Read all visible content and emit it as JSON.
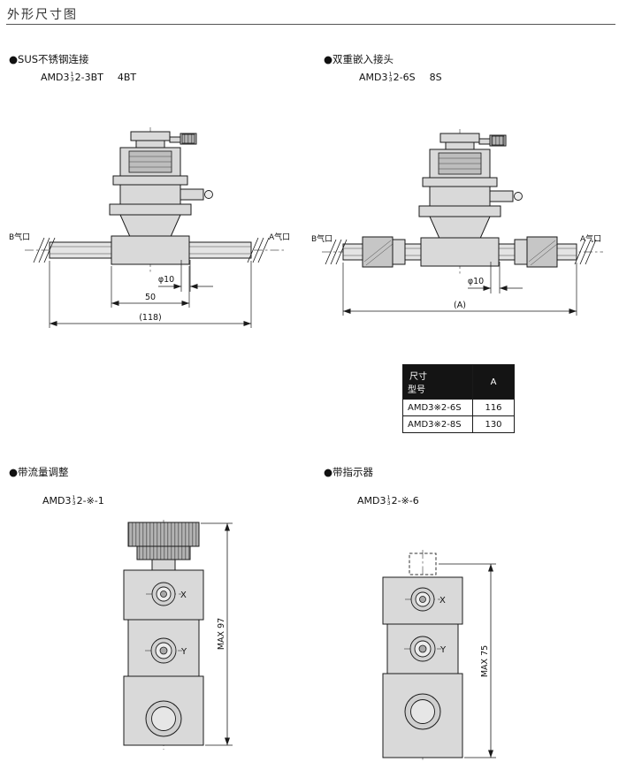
{
  "page": {
    "title": "外形尺寸图"
  },
  "sections": {
    "sus": {
      "heading": "●SUS不锈钢连接",
      "model": {
        "prefix": "AMD3",
        "frac_num": "1",
        "frac_den": "3",
        "suffix": "2-3BT",
        "alt": "4BT"
      },
      "drawing": {
        "port_b": "B气口",
        "port_a": "A气口",
        "dim_dia": "φ10",
        "dim_body": "50",
        "dim_overall": "(118)"
      }
    },
    "double": {
      "heading": "●双重嵌入接头",
      "model": {
        "prefix": "AMD3",
        "frac_num": "1",
        "frac_den": "3",
        "suffix": "2-6S",
        "alt": "8S"
      },
      "drawing": {
        "port_b": "B气口",
        "port_a": "A气口",
        "dim_dia": "φ10",
        "dim_overall": "(A)"
      }
    },
    "flow": {
      "heading": "●带流量调整",
      "model": {
        "prefix": "AMD3",
        "frac_num": "1",
        "frac_den": "3",
        "suffix": "2-※-1"
      },
      "drawing": {
        "port_x": "X",
        "port_y": "Y",
        "dim_height": "MAX 97"
      }
    },
    "indicator": {
      "heading": "●带指示器",
      "model": {
        "prefix": "AMD3",
        "frac_num": "1",
        "frac_den": "3",
        "suffix": "2-※-6"
      },
      "drawing": {
        "port_x": "X",
        "port_y": "Y",
        "dim_height": "MAX 75"
      }
    }
  },
  "table": {
    "corner_top": "尺寸",
    "corner_bottom": "型号",
    "col_header": "A",
    "rows": [
      {
        "model": "AMD3※2-6S",
        "value": "116"
      },
      {
        "model": "AMD3※2-8S",
        "value": "130"
      }
    ]
  },
  "colors": {
    "line": "#1a1a1a",
    "fill_light": "#dedede",
    "table_header_bg": "#141414"
  }
}
